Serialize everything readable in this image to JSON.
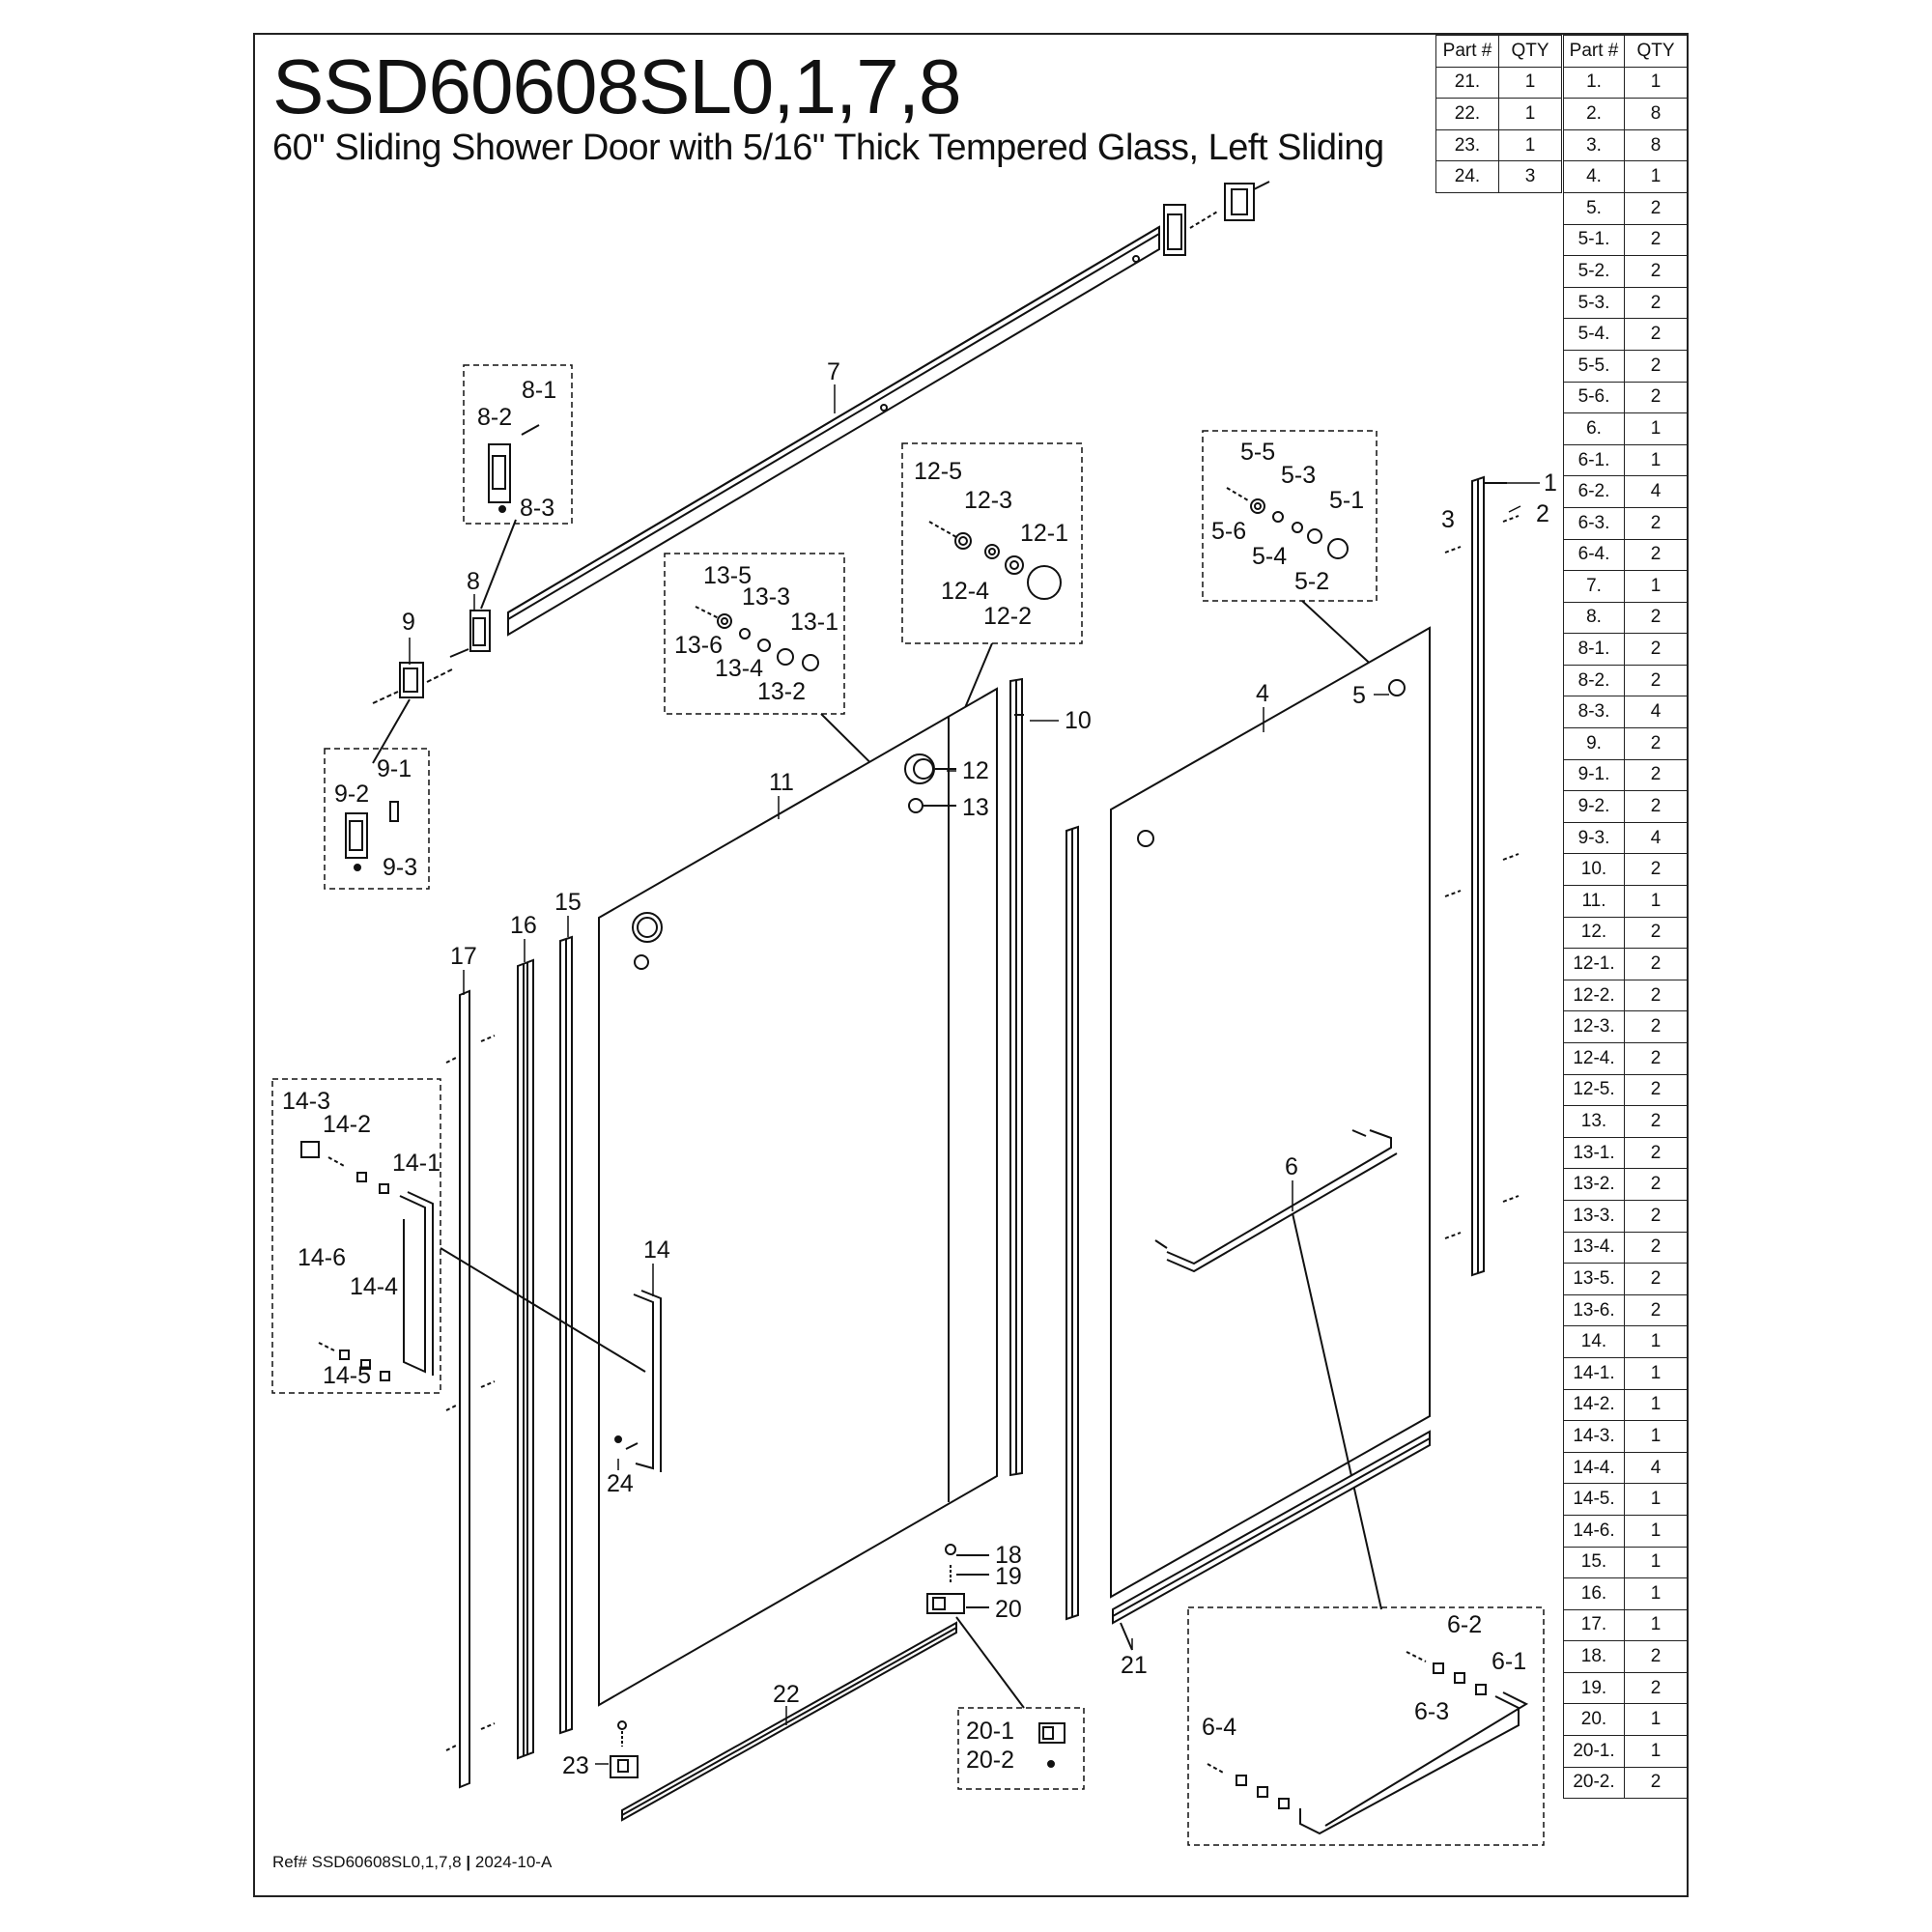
{
  "header": {
    "model": "SSD60608SL0,1,7,8",
    "description": "60\" Sliding Shower Door with 5/16\" Thick Tempered Glass, Left Sliding"
  },
  "footer": {
    "ref_label": "Ref# SSD60608SL0,1,7,8",
    "separator": "|",
    "revision": "2024-10-A"
  },
  "parts_table": {
    "headers": [
      "Part #",
      "QTY"
    ],
    "left_rows": [
      [
        "21.",
        "1"
      ],
      [
        "22.",
        "1"
      ],
      [
        "23.",
        "1"
      ],
      [
        "24.",
        "3"
      ]
    ],
    "right_rows": [
      [
        "1.",
        "1"
      ],
      [
        "2.",
        "8"
      ],
      [
        "3.",
        "8"
      ],
      [
        "4.",
        "1"
      ],
      [
        "5.",
        "2"
      ],
      [
        "5-1.",
        "2"
      ],
      [
        "5-2.",
        "2"
      ],
      [
        "5-3.",
        "2"
      ],
      [
        "5-4.",
        "2"
      ],
      [
        "5-5.",
        "2"
      ],
      [
        "5-6.",
        "2"
      ],
      [
        "6.",
        "1"
      ],
      [
        "6-1.",
        "1"
      ],
      [
        "6-2.",
        "4"
      ],
      [
        "6-3.",
        "2"
      ],
      [
        "6-4.",
        "2"
      ],
      [
        "7.",
        "1"
      ],
      [
        "8.",
        "2"
      ],
      [
        "8-1.",
        "2"
      ],
      [
        "8-2.",
        "2"
      ],
      [
        "8-3.",
        "4"
      ],
      [
        "9.",
        "2"
      ],
      [
        "9-1.",
        "2"
      ],
      [
        "9-2.",
        "2"
      ],
      [
        "9-3.",
        "4"
      ],
      [
        "10.",
        "2"
      ],
      [
        "11.",
        "1"
      ],
      [
        "12.",
        "2"
      ],
      [
        "12-1.",
        "2"
      ],
      [
        "12-2.",
        "2"
      ],
      [
        "12-3.",
        "2"
      ],
      [
        "12-4.",
        "2"
      ],
      [
        "12-5.",
        "2"
      ],
      [
        "13.",
        "2"
      ],
      [
        "13-1.",
        "2"
      ],
      [
        "13-2.",
        "2"
      ],
      [
        "13-3.",
        "2"
      ],
      [
        "13-4.",
        "2"
      ],
      [
        "13-5.",
        "2"
      ],
      [
        "13-6.",
        "2"
      ],
      [
        "14.",
        "1"
      ],
      [
        "14-1.",
        "1"
      ],
      [
        "14-2.",
        "1"
      ],
      [
        "14-3.",
        "1"
      ],
      [
        "14-4.",
        "4"
      ],
      [
        "14-5.",
        "1"
      ],
      [
        "14-6.",
        "1"
      ],
      [
        "15.",
        "1"
      ],
      [
        "16.",
        "1"
      ],
      [
        "17.",
        "1"
      ],
      [
        "18.",
        "2"
      ],
      [
        "19.",
        "2"
      ],
      [
        "20.",
        "1"
      ],
      [
        "20-1.",
        "1"
      ],
      [
        "20-2.",
        "2"
      ]
    ]
  },
  "callouts": {
    "p1": "1",
    "p2": "2",
    "p3": "3",
    "p4": "4",
    "p5": "5",
    "p6": "6",
    "p7": "7",
    "p8": "8",
    "p9": "9",
    "p10": "10",
    "p11": "11",
    "p12": "12",
    "p13": "13",
    "p14": "14",
    "p15": "15",
    "p16": "16",
    "p17": "17",
    "p18": "18",
    "p19": "19",
    "p20": "20",
    "p21": "21",
    "p22": "22",
    "p23": "23",
    "p24": "24",
    "p5_1": "5-1",
    "p5_2": "5-2",
    "p5_3": "5-3",
    "p5_4": "5-4",
    "p5_5": "5-5",
    "p5_6": "5-6",
    "p6_1": "6-1",
    "p6_2": "6-2",
    "p6_3": "6-3",
    "p6_4": "6-4",
    "p8_1": "8-1",
    "p8_2": "8-2",
    "p8_3": "8-3",
    "p9_1": "9-1",
    "p9_2": "9-2",
    "p9_3": "9-3",
    "p12_1": "12-1",
    "p12_2": "12-2",
    "p12_3": "12-3",
    "p12_4": "12-4",
    "p12_5": "12-5",
    "p13_1": "13-1",
    "p13_2": "13-2",
    "p13_3": "13-3",
    "p13_4": "13-4",
    "p13_5": "13-5",
    "p13_6": "13-6",
    "p14_1": "14-1",
    "p14_2": "14-2",
    "p14_3": "14-3",
    "p14_4": "14-4",
    "p14_5": "14-5",
    "p14_6": "14-6",
    "p20_1": "20-1",
    "p20_2": "20-2"
  }
}
